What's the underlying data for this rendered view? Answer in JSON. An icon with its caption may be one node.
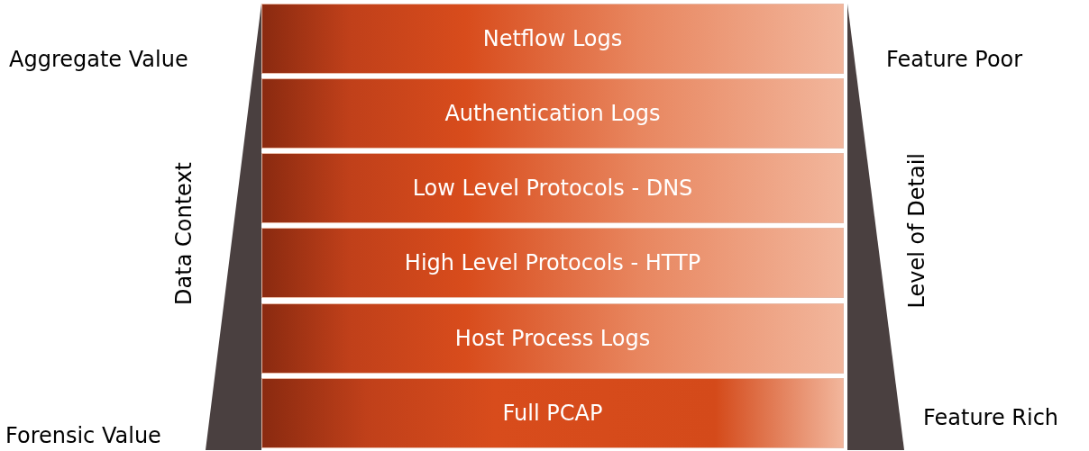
{
  "diagram": {
    "nodes": [
      {
        "text": [
          "Netflow Logs"
        ]
      },
      {
        "text": [
          "Authentication Logs"
        ]
      },
      {
        "text": [
          "Low Level Protocols - DNS"
        ]
      },
      {
        "text": [
          "High Level Protocols - HTTP"
        ]
      },
      {
        "text": [
          "Host Process Logs"
        ]
      },
      {
        "text": [
          "Full PCAP"
        ]
      },
      {
        "text": [],
        "shape": "triangle"
      },
      {
        "text": [],
        "shape": "triangle"
      }
    ],
    "labels": [
      "Aggregate Value",
      "Feature Poor",
      "Data Context",
      "Level of Detail",
      "Forensic Value",
      "Feature Rich"
    ]
  }
}
